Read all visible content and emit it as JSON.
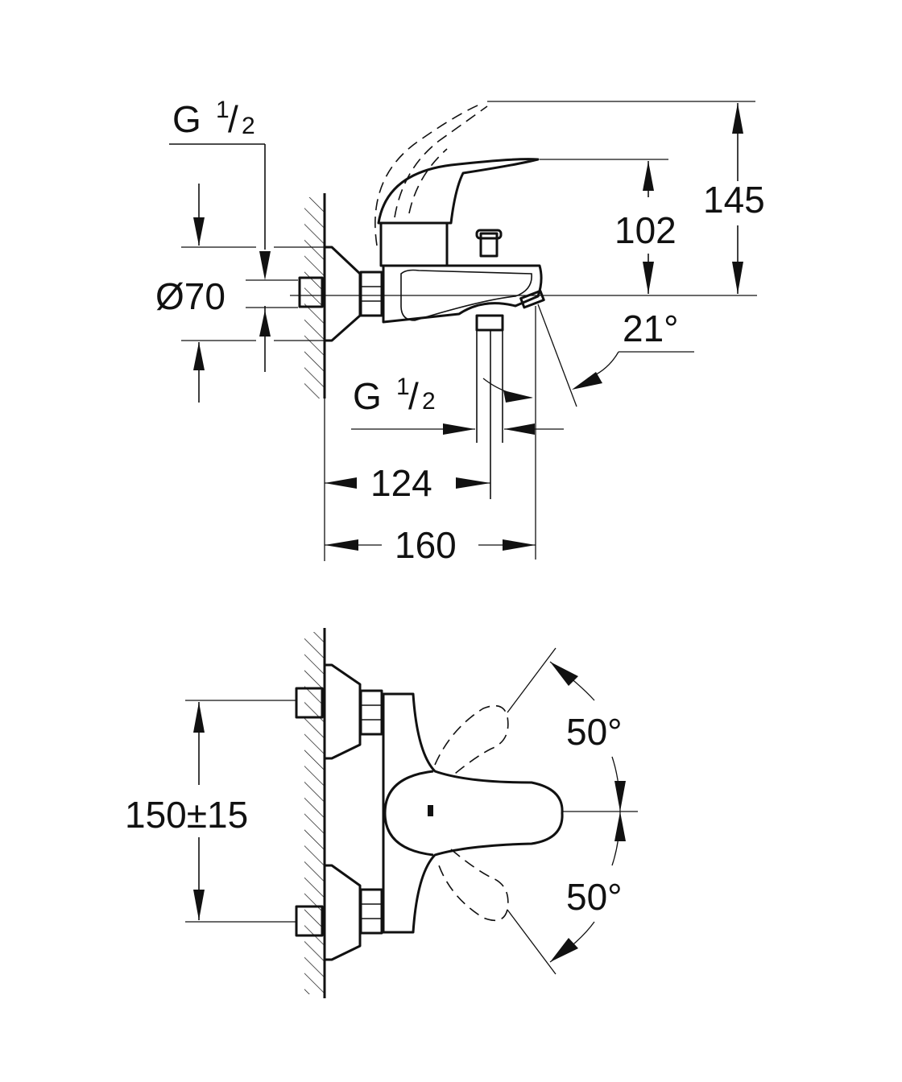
{
  "drawing": {
    "side_view": {
      "thread_top": {
        "main": "G",
        "num": "1",
        "den": "2"
      },
      "diameter": "Ø70",
      "height_lever": "102",
      "height_max": "145",
      "spout_angle": "21°",
      "thread_outlet": {
        "main": "G",
        "num": "1",
        "den": "2"
      },
      "depth_outlet": "124",
      "depth_total": "160"
    },
    "top_view": {
      "center_distance": "150±15",
      "angle_up": "50°",
      "angle_down": "50°"
    }
  }
}
